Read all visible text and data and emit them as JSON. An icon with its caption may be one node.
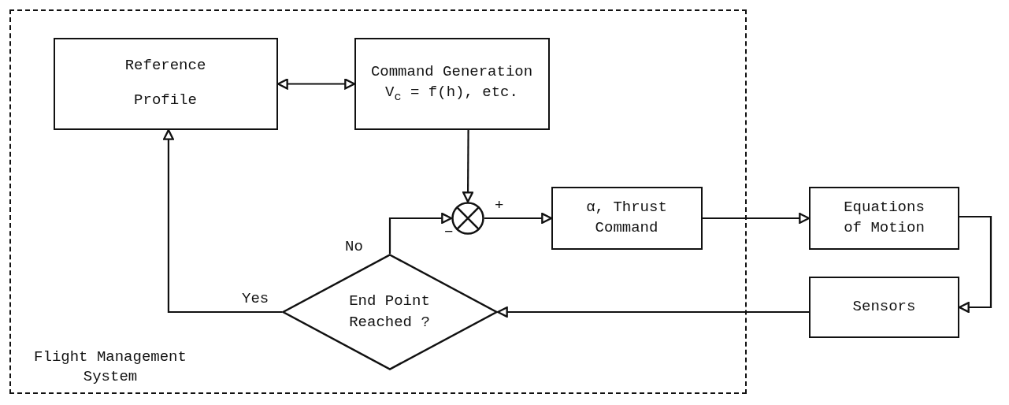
{
  "diagram": {
    "nodes": [
      {
        "text": [
          "Flight Management System"
        ]
      },
      {
        "text": [
          "Reference Profile"
        ],
        "in": 0
      },
      {
        "text": [
          "Command Generation",
          "V$_{c}$ = f(h), etc."
        ],
        "in": 0
      },
      {
        "text": [],
        "shape": "circle",
        "in": 0
      },
      {
        "text": [
          "α, Thrust Command"
        ],
        "in": 0
      },
      {
        "text": [
          "Equations of Motion"
        ]
      },
      {
        "text": [
          "Sensors"
        ]
      },
      {
        "text": [
          "End Point Reached ?"
        ],
        "in": 0
      }
    ],
    "edges": [
      {
        "from": 1,
        "to": 2,
        "arrow": "both"
      },
      {
        "from": 2,
        "to": 3,
        "arrow": "to"
      },
      {
        "from": 7,
        "to": 3,
        "arrow": "to",
        "label": "No"
      },
      {
        "from": 3,
        "to": 4,
        "arrow": "to"
      },
      {
        "from": 4,
        "to": 5,
        "arrow": "to"
      },
      {
        "from": 5,
        "to": 6,
        "arrow": "to"
      },
      {
        "from": 6,
        "to": 7,
        "arrow": "to"
      },
      {
        "from": 7,
        "to": 1,
        "arrow": "to",
        "label": "Yes"
      }
    ],
    "labels": [
      "+",
      "−"
    ]
  }
}
